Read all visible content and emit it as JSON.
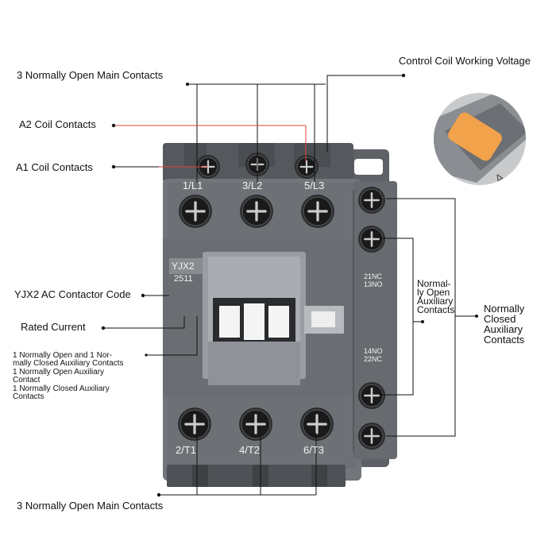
{
  "labels": {
    "main_contacts_top": "3 Normally Open Main Contacts",
    "control_coil_voltage": "Control Coil Working Voltage",
    "a2_coil": "A2 Coil Contacts",
    "a1_coil": "A1 Coil Contacts",
    "contactor_code": "YJX2 AC Contactor Code",
    "rated_current": "Rated Current",
    "aux_combo_1": "1 Normally Open and 1 Nor-",
    "aux_combo_2": "mally Closed Auxiliary Contacts",
    "aux_no_1": "1 Normally Open Auxiliary",
    "aux_no_2": "Contact",
    "aux_nc_1": "1 Normally Closed Auxiliary",
    "aux_nc_2": "Contacts",
    "normally_open_aux_1": "Normal-",
    "normally_open_aux_2": "ly Open",
    "normally_open_aux_3": "Auxiliary",
    "normally_open_aux_4": "Contacts",
    "normally_closed_aux_1": "Normally",
    "normally_closed_aux_2": "Closed",
    "normally_closed_aux_3": "Auxiliary",
    "normally_closed_aux_4": "Contacts",
    "main_contacts_bottom": "3 Normally Open Main Contacts"
  },
  "device": {
    "code": "YJX2",
    "rating": "2511",
    "top_terminals": [
      "1/L1",
      "3/L2",
      "5/L3"
    ],
    "bottom_terminals": [
      "2/T1",
      "4/T2",
      "6/T3"
    ],
    "aux_top": [
      "21NC",
      "13NO"
    ],
    "aux_bottom": [
      "14NO",
      "22NC"
    ],
    "inset_text": "A"
  },
  "colors": {
    "housing": "#6f7378",
    "housing_light": "#8a8e93",
    "leader_red": "#e0463c",
    "leader_black": "#111111",
    "orange_button": "#f2a24a"
  }
}
